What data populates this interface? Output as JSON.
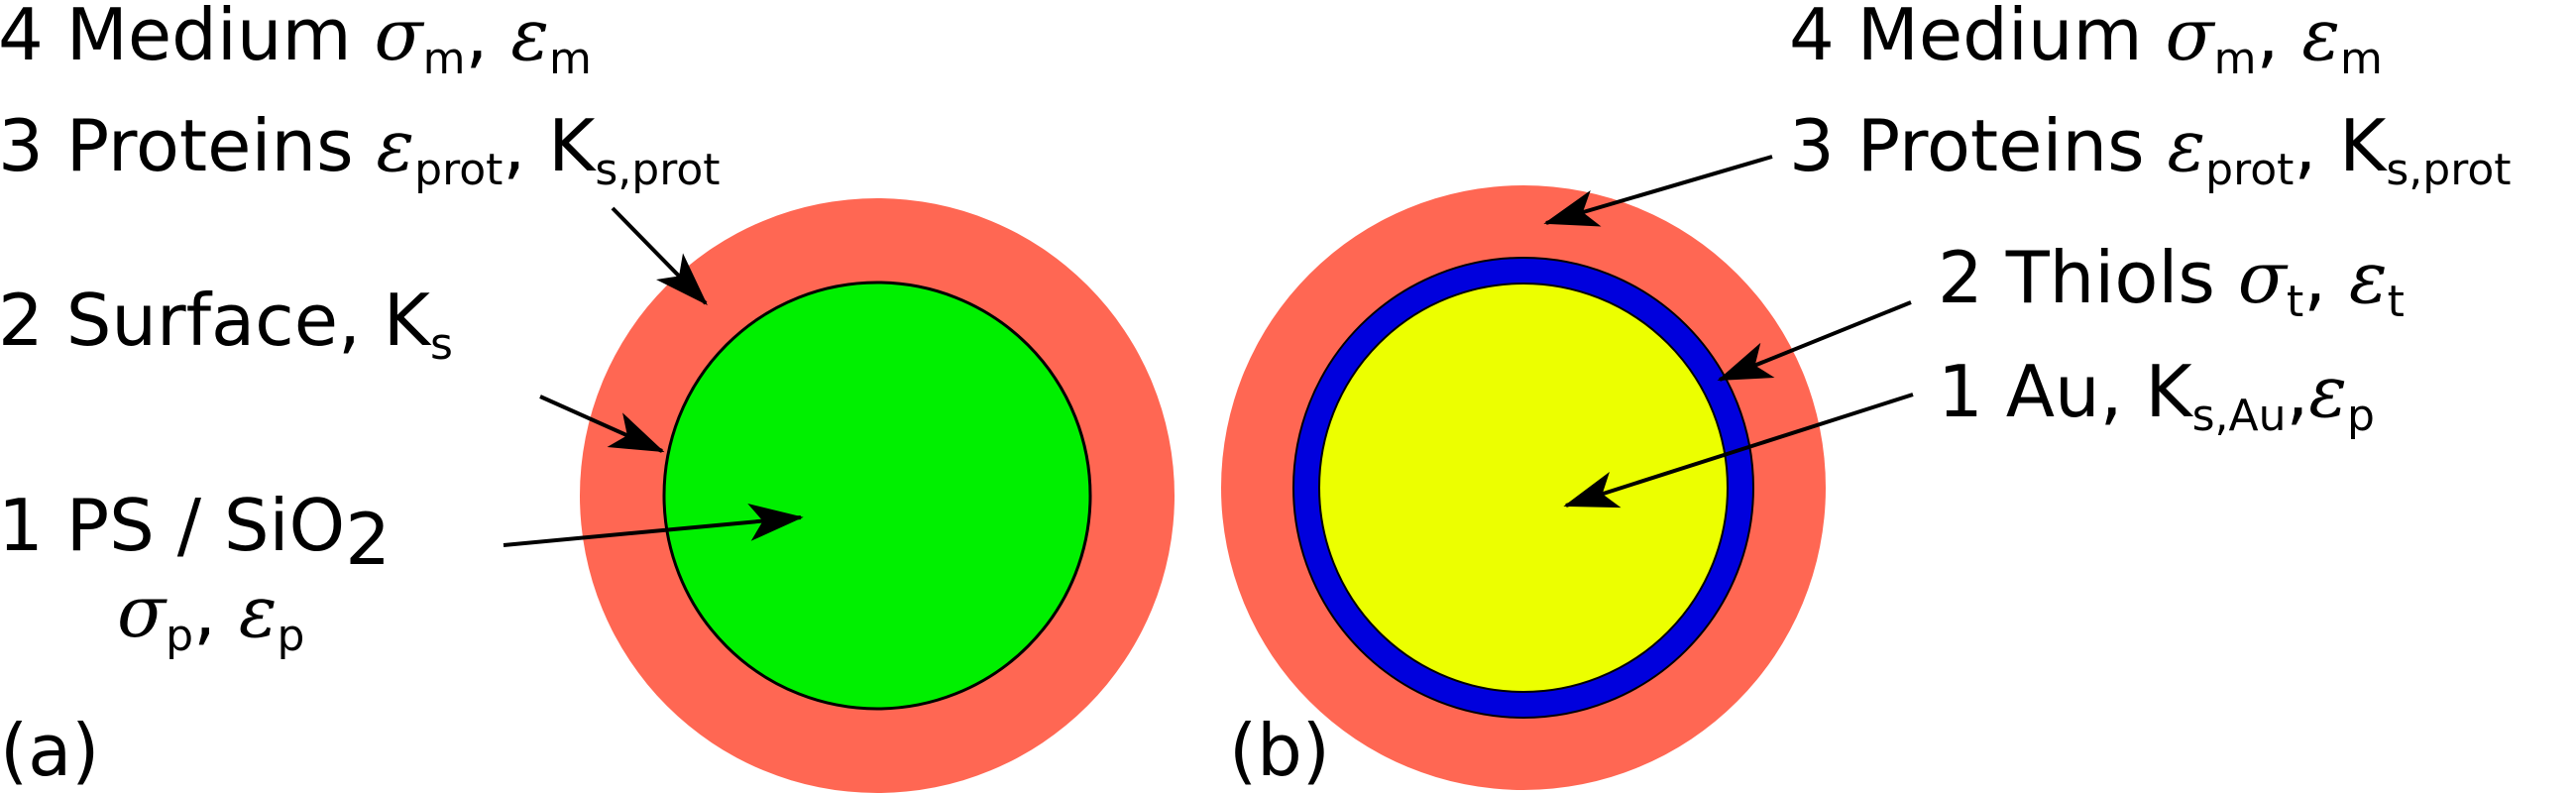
{
  "colors": {
    "protein_shell": "#ff6753",
    "core_a": "#00f000",
    "thiol_layer": "#0000dd",
    "core_b": "#ecff00",
    "outline": "#000000"
  },
  "panel_a": {
    "tag": "(a)",
    "medium": {
      "num": "4",
      "name": "Medium",
      "sym1": "σ",
      "sub1": "m",
      "sep": ",",
      "sym2": "ε",
      "sub2": "m"
    },
    "proteins": {
      "num": "3",
      "name": "Proteins",
      "sym1": "ε",
      "sub1": "prot",
      "sep": ",",
      "sym2": "K",
      "sub2": "s,prot"
    },
    "surface": {
      "text": "2 Surface, K",
      "sub": "s"
    },
    "core": {
      "text": "1 PS / SiO",
      "digit": "2"
    },
    "core_props": {
      "sym1": "σ",
      "sub1": "p",
      "sep": ",",
      "sym2": "ε",
      "sub2": "p"
    }
  },
  "panel_b": {
    "tag": "(b)",
    "medium": {
      "num": "4",
      "name": "Medium",
      "sym1": "σ",
      "sub1": "m",
      "sep": ",",
      "sym2": "ε",
      "sub2": "m"
    },
    "proteins": {
      "num": "3",
      "name": "Proteins",
      "sym1": "ε",
      "sub1": "prot",
      "sep": ",",
      "sym2": "K",
      "sub2": "s,prot"
    },
    "thiols": {
      "text": "2 Thiols",
      "sym1": "σ",
      "sub1": "t",
      "sep": ",",
      "sym2": "ε",
      "sub2": "t"
    },
    "core": {
      "text": "1 Au, K",
      "sub1": "s,Au",
      "sep": ",",
      "sym2": "ε",
      "sub2": "p"
    }
  }
}
